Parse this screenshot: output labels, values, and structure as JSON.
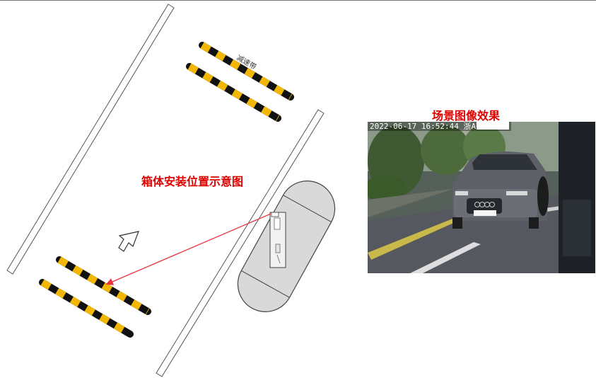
{
  "diagram": {
    "speed_bump_label": "减速带",
    "install_position_title": "箱体安装位置示意图"
  },
  "photo": {
    "title": "场景图像效果",
    "timestamp": "2022-06-17 16:52:44",
    "plate_prefix": "浙A"
  },
  "colors": {
    "title_red": "#e00000",
    "bump_yellow": "#f2b705",
    "bump_black": "#111111",
    "arrow_red": "#e8323c",
    "enclosure_gray": "#d9d9d9"
  }
}
